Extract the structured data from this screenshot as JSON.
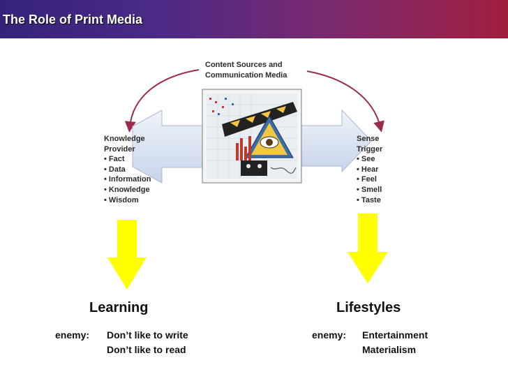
{
  "title": "The Role of Print Media",
  "center": {
    "caption_line1": "Content Sources and",
    "caption_line2": "Communication Media"
  },
  "left_panel": {
    "heading_line1": "Knowledge",
    "heading_line2": "Provider",
    "items": [
      "Fact",
      "Data",
      "Information",
      "Knowledge",
      "Wisdom"
    ]
  },
  "right_panel": {
    "heading_line1": "Sense",
    "heading_line2": "Trigger",
    "items": [
      "See",
      "Hear",
      "Feel",
      "Smell",
      "Taste"
    ]
  },
  "outcomes": {
    "left": {
      "title": "Learning",
      "enemy_label": "enemy:",
      "enemies": [
        "Don’t like to write",
        "Don’t like to read"
      ]
    },
    "right": {
      "title": "Lifestyles",
      "enemy_label": "enemy:",
      "enemies": [
        "Entertainment",
        "Materialism"
      ]
    }
  },
  "colors": {
    "arc": "#9c2a4a",
    "big_arrow_fill": "#d7e2f2",
    "down_arrow": "#ffff00"
  }
}
